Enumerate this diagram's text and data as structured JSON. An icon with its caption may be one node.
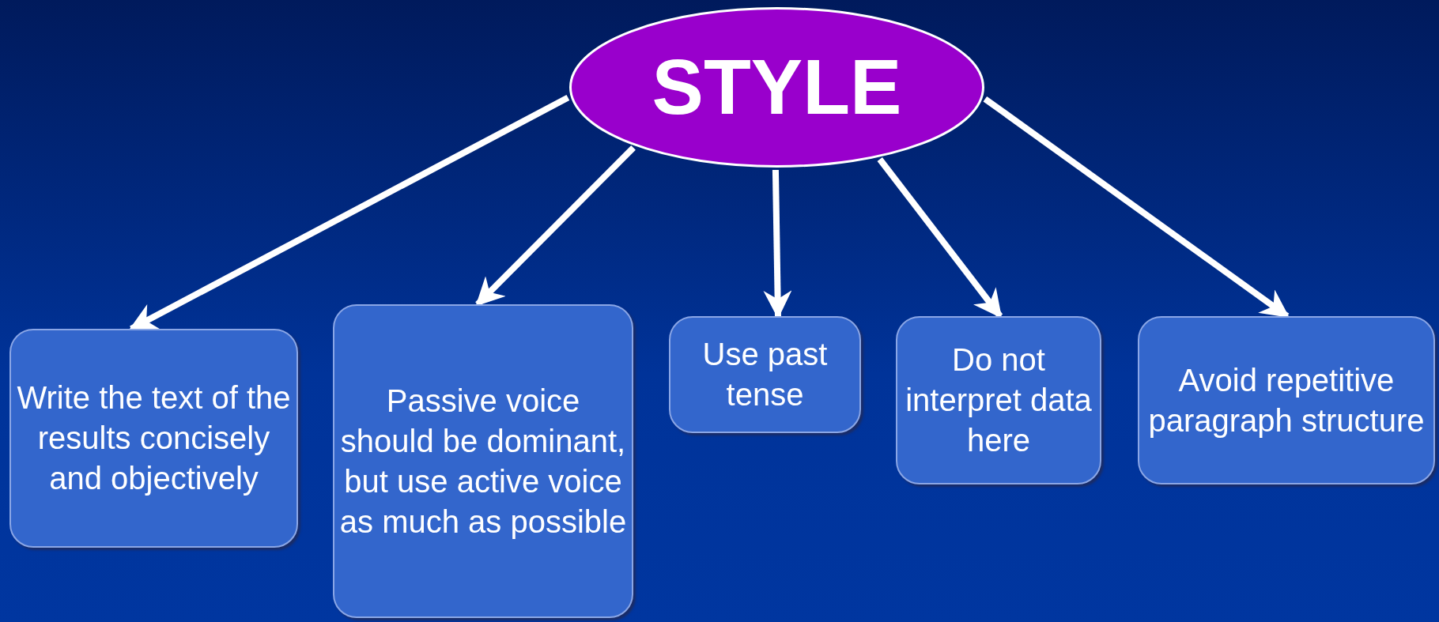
{
  "diagram": {
    "nodes": [
      {
        "text": [
          "STYLE"
        ]
      },
      {
        "text": [
          "Write the text of the results concisely and objectively"
        ]
      },
      {
        "text": [
          "Passive voice should be dominant, but use active voice as much as possible"
        ]
      },
      {
        "text": [
          "Use past tense"
        ]
      },
      {
        "text": [
          "Do not interpret data here"
        ]
      },
      {
        "text": [
          "Avoid repetitive paragraph structure"
        ]
      }
    ],
    "edges": [
      {
        "from": 0,
        "to": 1,
        "arrow": "to"
      },
      {
        "from": 0,
        "to": 2,
        "arrow": "to"
      },
      {
        "from": 0,
        "to": 3,
        "arrow": "to"
      },
      {
        "from": 0,
        "to": 4,
        "arrow": "to"
      },
      {
        "from": 0,
        "to": 5,
        "arrow": "to"
      }
    ]
  }
}
